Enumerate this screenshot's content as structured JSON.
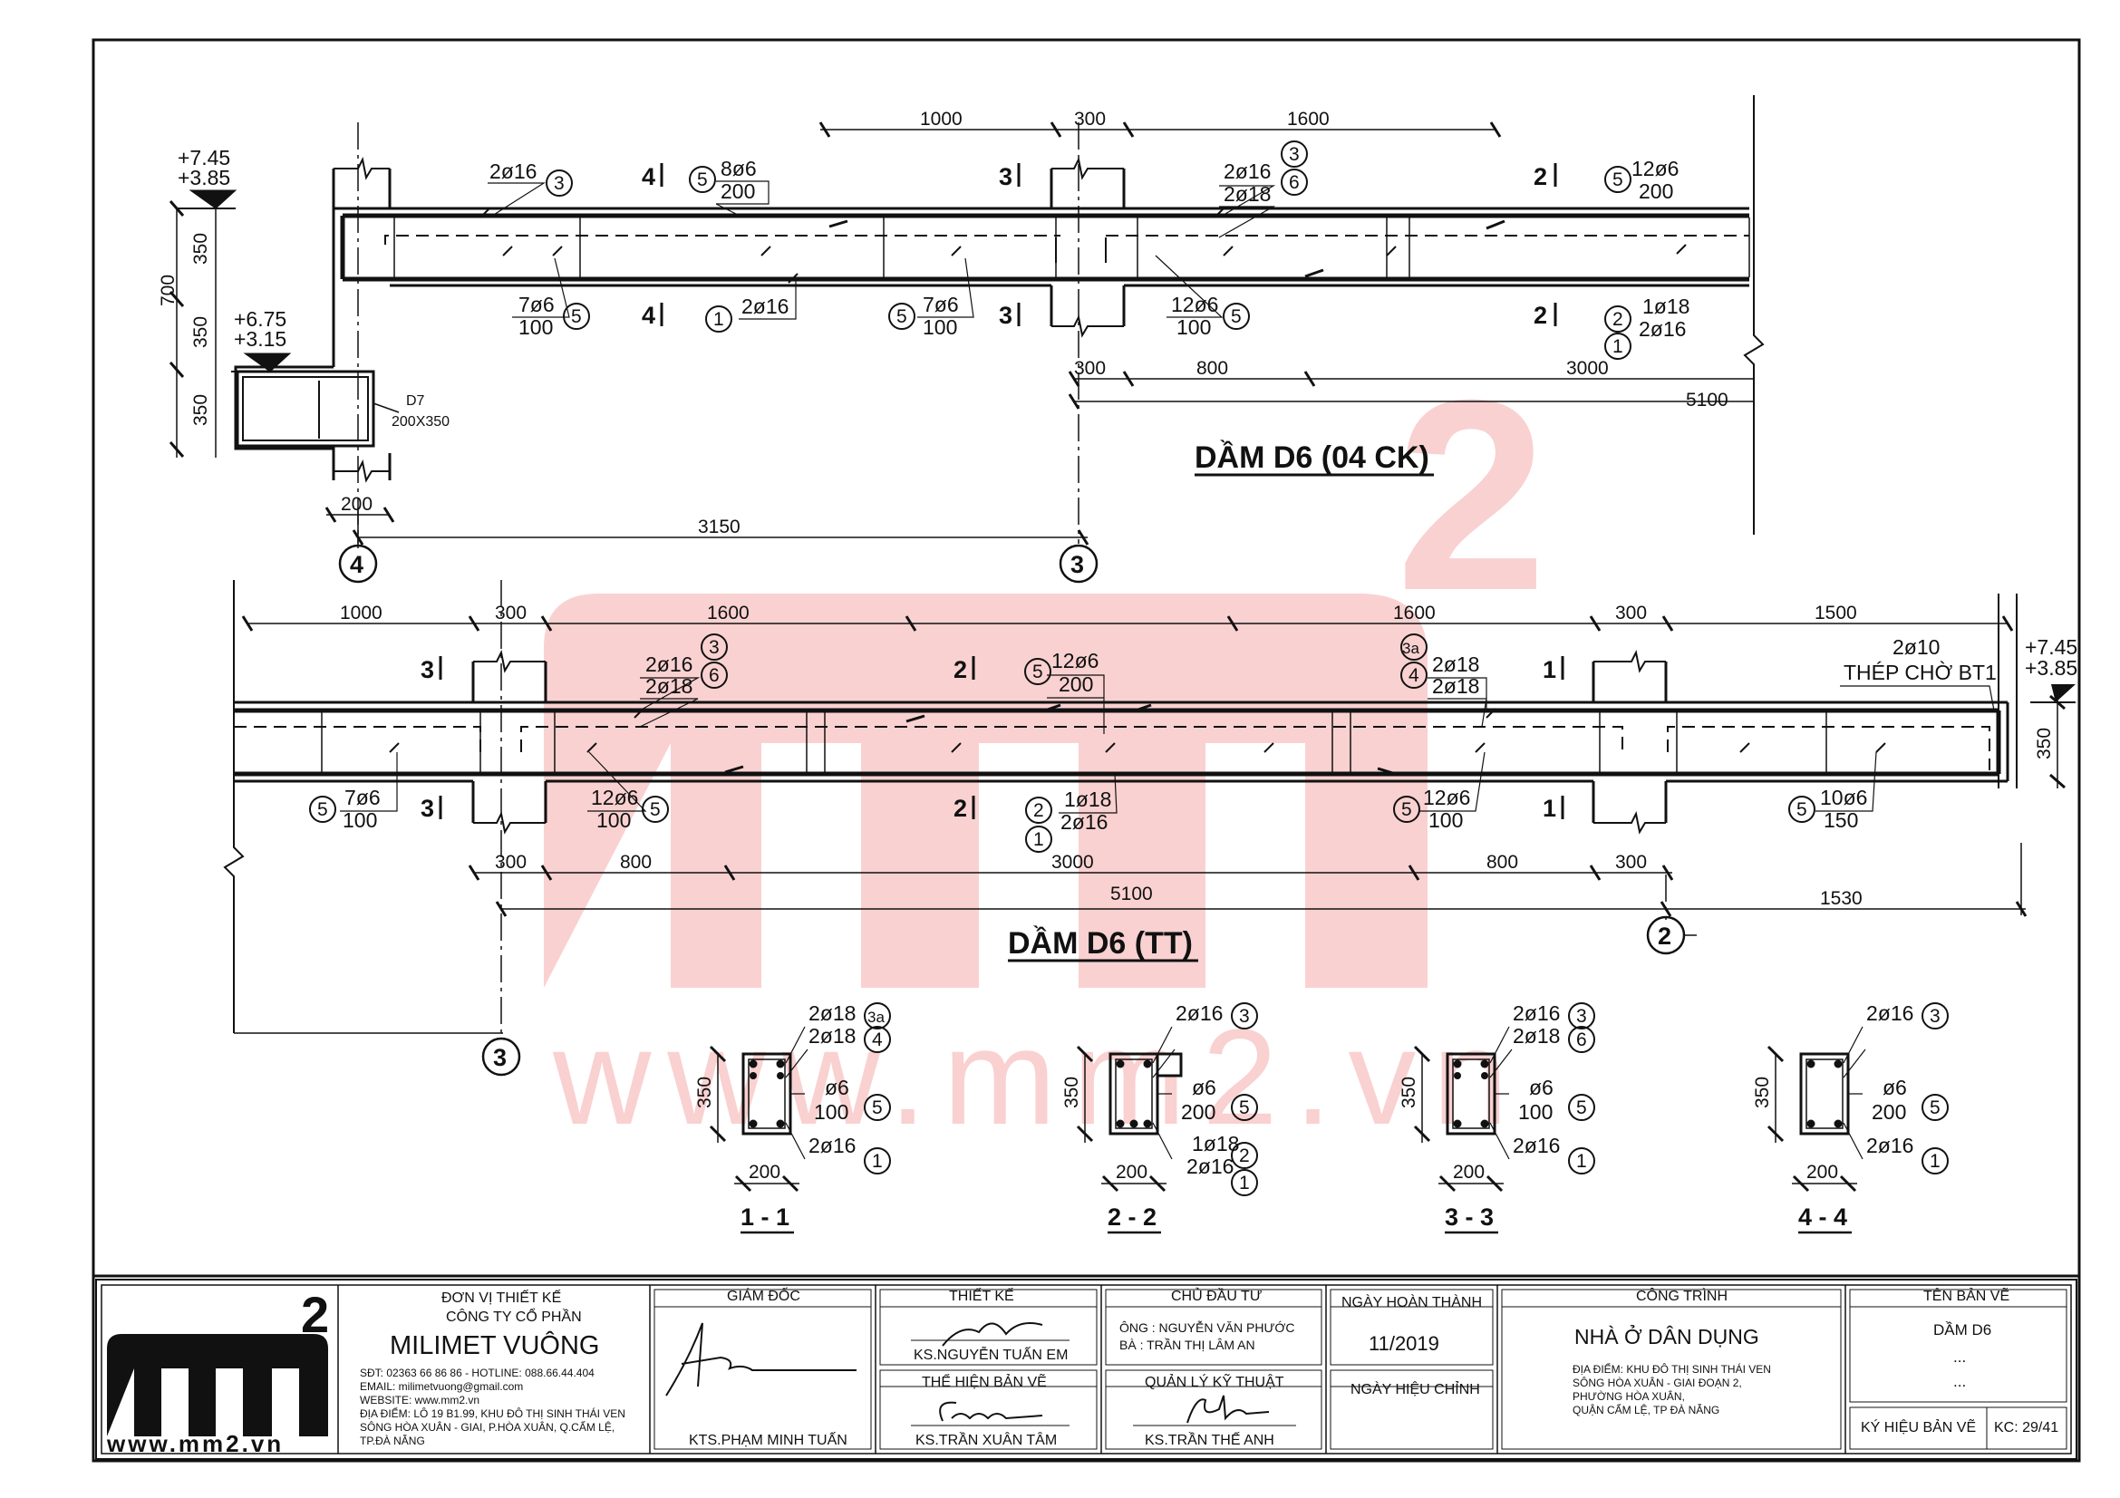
{
  "watermark": {
    "logo": "mm",
    "sup": "2",
    "url": "www.mm2.vn"
  },
  "drawing": {
    "title_top": "DẦM D6 (04 CK)",
    "title_bottom": "DẦM D6 (TT)",
    "levels": {
      "top_a": "+7.45",
      "top_b": "+3.85",
      "mid_a": "+6.75",
      "mid_b": "+3.15",
      "right_a": "+7.45",
      "right_b": "+3.85"
    },
    "beam_d7": {
      "name": "D7",
      "size": "200X350"
    },
    "dims_top": {
      "upper": [
        "1000",
        "300",
        "1600"
      ],
      "lower": [
        "300",
        "800",
        "3000",
        "5100"
      ],
      "left": [
        "350",
        "700",
        "350",
        "350"
      ],
      "width": "200",
      "span": "3150"
    },
    "dims_bottom": {
      "upper": [
        "1000",
        "300",
        "1600",
        "1600",
        "300",
        "1500"
      ],
      "lower": [
        "300",
        "800",
        "3000",
        "800",
        "300",
        "5100",
        "1530"
      ],
      "right": "350"
    },
    "grid": {
      "a": "4",
      "b": "3",
      "c": "3",
      "d": "2"
    },
    "section_marks_top": [
      "4",
      "3",
      "2",
      "4",
      "3",
      "2"
    ],
    "section_marks_bottom": [
      "3",
      "2",
      "1",
      "3",
      "2",
      "1"
    ],
    "rebar_top": {
      "a": "2ø16",
      "b": "8ø6",
      "c": "200",
      "d": "2ø16",
      "e": "2ø18",
      "f": "12ø6",
      "g": "200",
      "h": "7ø6",
      "i": "100",
      "j": "2ø16",
      "k": "7ø6",
      "l": "100",
      "m": "12ø6",
      "n": "100",
      "o": "1ø18",
      "p": "2ø16"
    },
    "rebar_bottom": {
      "a": "2ø16",
      "b": "2ø18",
      "c": "12ø6",
      "d": "200",
      "e": "2ø18",
      "f": "2ø18",
      "g": "2ø10",
      "h": "THÉP CHỜ BT1",
      "i": "7ø6",
      "j": "100",
      "k": "12ø6",
      "l": "100",
      "m": "1ø18",
      "n": "2ø16",
      "o": "12ø6",
      "p": "100",
      "q": "10ø6",
      "r": "150"
    },
    "bubbles": [
      "1",
      "2",
      "3",
      "3a",
      "4",
      "5",
      "6"
    ],
    "sections": [
      {
        "name": "1 - 1",
        "top1": "2ø18",
        "top2": "2ø18",
        "stir1": "ø6",
        "stir2": "100",
        "bot": "2ø16",
        "h": "350",
        "w": "200",
        "c1": "3a",
        "c2": "4",
        "c3": "5",
        "c4": "1"
      },
      {
        "name": "2 - 2",
        "top1": "2ø16",
        "stir1": "ø6",
        "stir2": "200",
        "bot1": "1ø18",
        "bot2": "2ø16",
        "h": "350",
        "w": "200",
        "c1": "3",
        "c3": "5",
        "c4": "2",
        "c5": "1"
      },
      {
        "name": "3 - 3",
        "top1": "2ø16",
        "top2": "2ø18",
        "stir1": "ø6",
        "stir2": "100",
        "bot": "2ø16",
        "h": "350",
        "w": "200",
        "c1": "3",
        "c2": "6",
        "c3": "5",
        "c4": "1"
      },
      {
        "name": "4 - 4",
        "top1": "2ø16",
        "stir1": "ø6",
        "stir2": "200",
        "bot": "2ø16",
        "h": "350",
        "w": "200",
        "c1": "3",
        "c3": "5",
        "c4": "1"
      }
    ]
  },
  "title_block": {
    "logo_text": "mm",
    "logo_sup": "2",
    "logo_url": "www.mm2.vn",
    "unit_label": "ĐƠN VỊ THIẾT KẾ",
    "company_type": "CÔNG TY CỔ PHẦN",
    "company_name": "MILIMET VUÔNG",
    "phone": "SĐT: 02363 66 86 86 - HOTLINE: 088.66.44.404",
    "email": "EMAIL: milimetvuong@gmail.com",
    "website": "WEBSITE: www.mm2.vn",
    "address1": "ĐỊA ĐIỂM: LÔ 19 B1.99, KHU ĐÔ THỊ SINH THÁI VEN",
    "address2": "SÔNG HÒA XUÂN - GIAI, P.HÒA XUÂN, Q.CẨM LỆ,",
    "address3": "TP.ĐÀ NẴNG",
    "director_label": "GIÁM ĐỐC",
    "director_name": "KTS.PHẠM MINH TUẤN",
    "design_label": "THIẾT KẾ",
    "design_name": "KS.NGUYỄN TUẤN EM",
    "drafter_label": "THỂ HIỆN BẢN VẼ",
    "drafter_name": "KS.TRẦN XUÂN TÂM",
    "owner_label": "CHỦ ĐẦU TƯ",
    "owner1": "ÔNG : NGUYỄN VĂN PHƯỚC",
    "owner2": "BÀ   : TRẦN THỊ LÂM AN",
    "tech_label": "QUẢN LÝ KỸ THUẬT",
    "tech_name": "KS.TRẦN THẾ ANH",
    "done_label": "NGÀY HOÀN THÀNH",
    "done_date": "11/2019",
    "revise_label": "NGÀY HIỆU CHỈNH",
    "project_label": "CÔNG TRÌNH",
    "project_name": "NHÀ Ở DÂN DỤNG",
    "project_addr1": "ĐỊA ĐIỂM: KHU ĐÔ THỊ SINH THÁI VEN",
    "project_addr2": "SÔNG HÒA XUÂN - GIAI ĐOẠN 2,",
    "project_addr3": "PHƯỜNG HÒA XUÂN,",
    "project_addr4": "QUẬN CẨM LỆ, TP ĐÀ NẴNG",
    "sheet_label": "TÊN BẢN VẼ",
    "sheet_name": "DẦM D6",
    "sheet_dots1": "...",
    "sheet_dots2": "...",
    "code_label": "KÝ HIỆU BẢN VẼ",
    "code_value": "KC: 29/41"
  },
  "colors": {
    "watermark": "#f39a98",
    "line": "#111111"
  }
}
